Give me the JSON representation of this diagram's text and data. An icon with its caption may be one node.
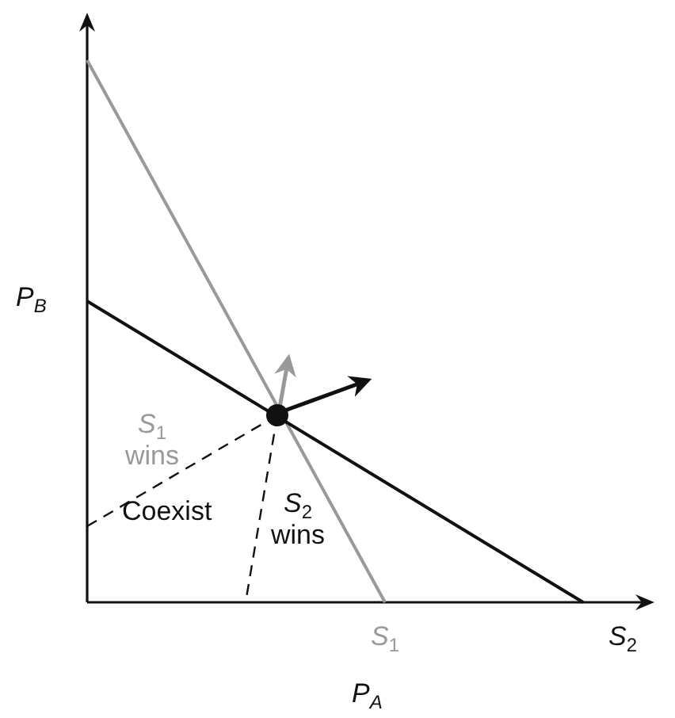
{
  "diagram": {
    "labels": [
      "P$_{B}$",
      "*S*$_{1}$ wins",
      "Coexist",
      "*S*$_{2}$ wins",
      "*S*$_{1}$",
      "*S*$_{2}$",
      "P$_{A}$"
    ]
  }
}
